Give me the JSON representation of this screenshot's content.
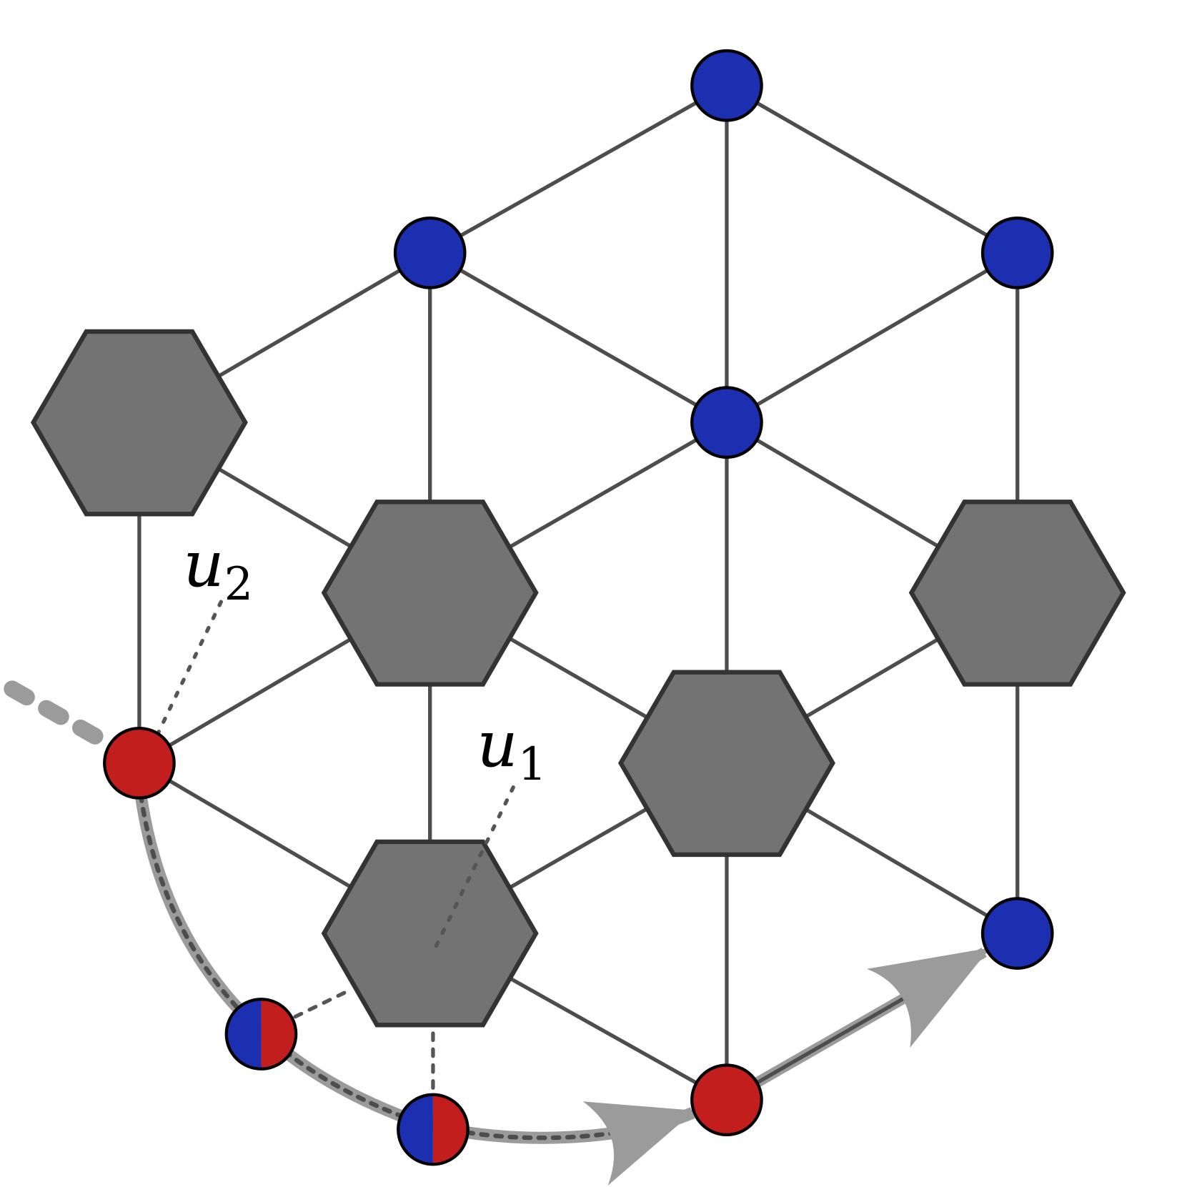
{
  "diagram": {
    "type": "hexagonal lattice graph with path",
    "colors": {
      "blue_node": "#1b2fb0",
      "red_node": "#c31e1e",
      "hexagon_fill": "#737373",
      "hexagon_stroke": "#333333",
      "edge": "#4d4d4d",
      "path_band": "#9b9b9b"
    },
    "labels": {
      "u2": {
        "base": "u",
        "sub": "2"
      },
      "u1": {
        "base": "u",
        "sub": "1"
      }
    },
    "nodes": {
      "blue": [
        "top",
        "upper-left",
        "upper-right",
        "center",
        "lower-right"
      ],
      "red": [
        "left",
        "bottom"
      ],
      "half_blue_red": [
        "bottom-left-1",
        "bottom-left-2"
      ]
    },
    "hexagons": [
      "upper-left",
      "mid-left",
      "mid-right",
      "center",
      "lower-left"
    ]
  }
}
